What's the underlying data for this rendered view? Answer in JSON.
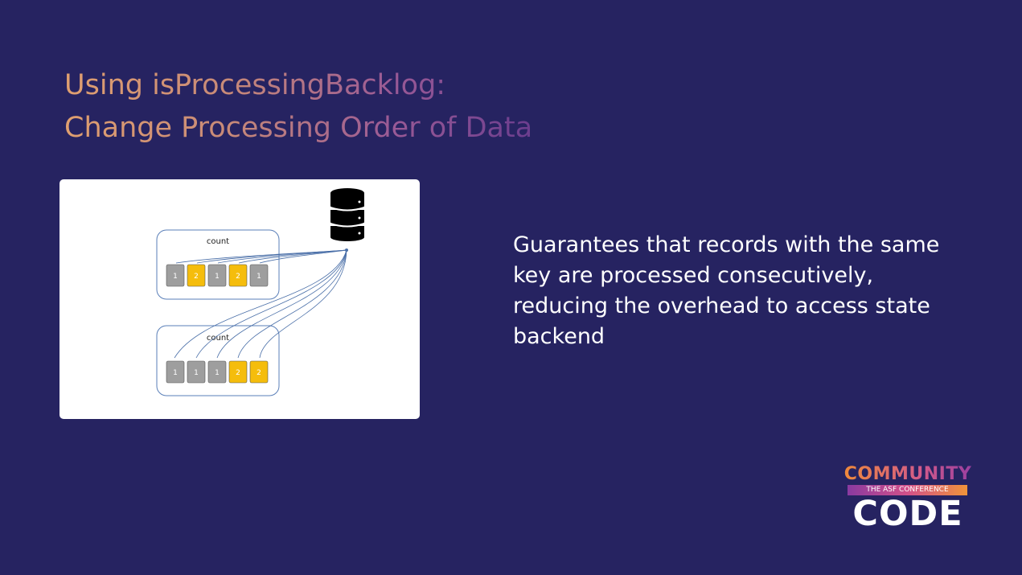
{
  "slide": {
    "title_line1": "Using isProcessingBacklog:",
    "title_line2": "Change Processing Order of Data",
    "description": "Guarantees that records with the same key are processed consecutively, reducing the overhead to access state backend"
  },
  "diagram": {
    "top_box_label": "count",
    "bottom_box_label": "count",
    "top_records": [
      "1",
      "2",
      "1",
      "2",
      "1"
    ],
    "bottom_records": [
      "1",
      "1",
      "1",
      "2",
      "2"
    ],
    "database_icon": "database-icon",
    "colors": {
      "key1": "#9e9e9e",
      "key2": "#f5bd0c",
      "arrow": "#4a6fa8",
      "box_border": "#5a7fb8"
    }
  },
  "logo": {
    "top": "COMMUNITY",
    "band": "THE ASF CONFERENCE",
    "bottom": "CODE"
  }
}
